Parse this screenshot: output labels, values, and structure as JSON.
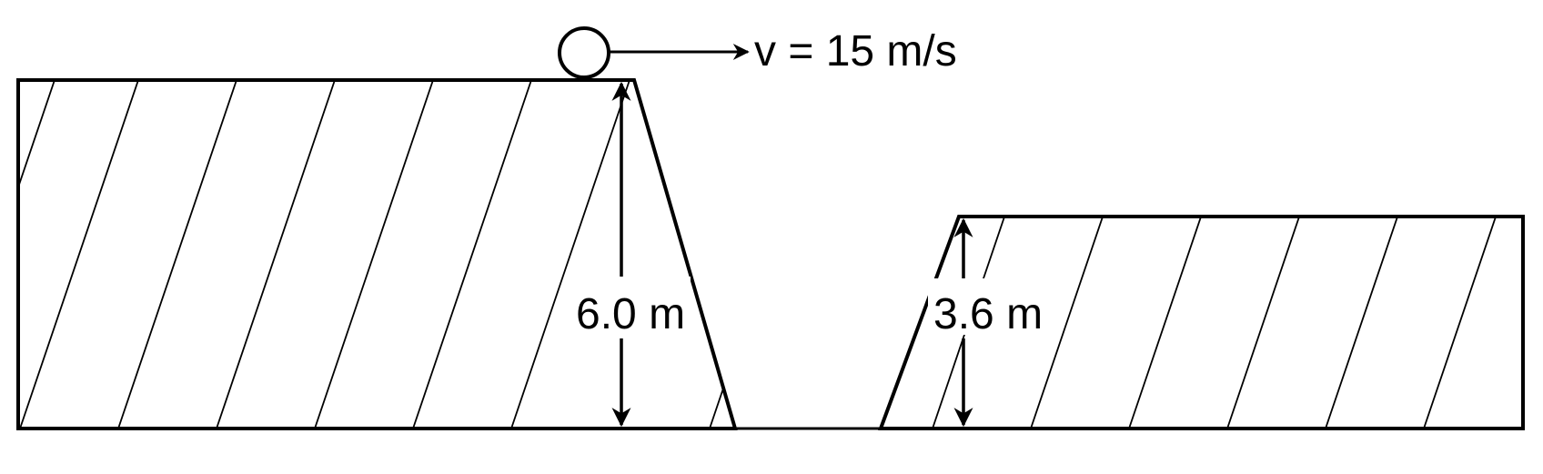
{
  "labels": {
    "velocity": "v = 15 m/s",
    "left_height": "6.0 m",
    "right_height": "3.6 m"
  },
  "colors": {
    "stroke": "#000000",
    "background": "#ffffff"
  }
}
